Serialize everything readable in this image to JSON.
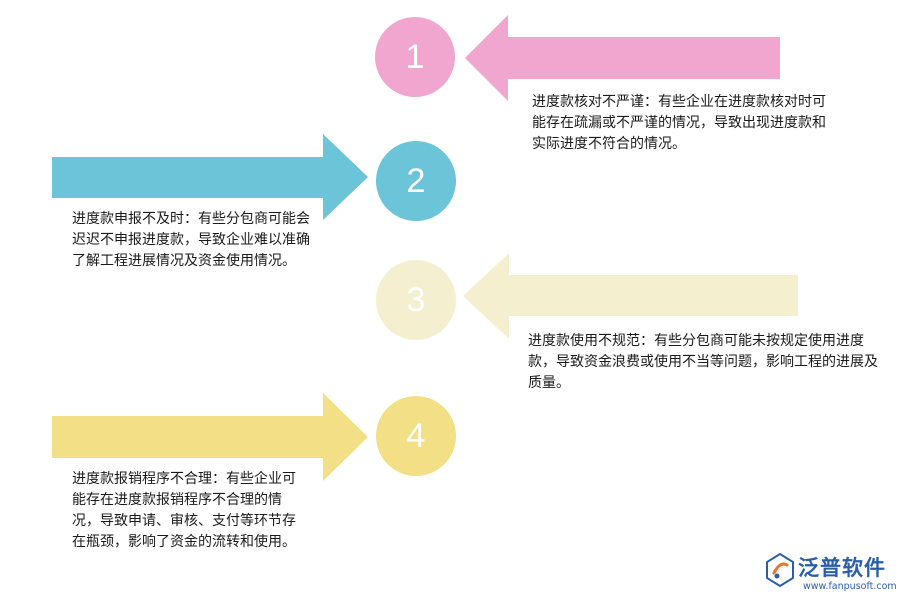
{
  "colors": {
    "pink": "#F0A6CE",
    "teal": "#6CC4D8",
    "cream": "#F3EFCF",
    "yellow": "#F2DF86",
    "logo_blue": "#2A5FA8"
  },
  "steps": [
    {
      "number": "1",
      "color": "pink",
      "arrow": "left",
      "text": "进度款核对不严谨：有些企业在进度款核对时可能存在疏漏或不严谨的情况，导致出现进度款和实际进度不符合的情况。"
    },
    {
      "number": "2",
      "color": "teal",
      "arrow": "right",
      "text": "进度款申报不及时：有些分包商可能会迟迟不申报进度款，导致企业难以准确了解工程进展情况及资金使用情况。"
    },
    {
      "number": "3",
      "color": "cream",
      "arrow": "left",
      "text": "进度款使用不规范：有些分包商可能未按规定使用进度款，导致资金浪费或使用不当等问题，影响工程的进展及质量。"
    },
    {
      "number": "4",
      "color": "yellow",
      "arrow": "right",
      "text": "进度款报销程序不合理：有些企业可能存在进度款报销程序不合理的情况，导致申请、审核、支付等环节存在瓶颈，影响了资金的流转和使用。"
    }
  ],
  "logo": {
    "name": "泛普软件",
    "url": "www.fanpusoft.com",
    "icon": "fanpu-logo-icon"
  }
}
